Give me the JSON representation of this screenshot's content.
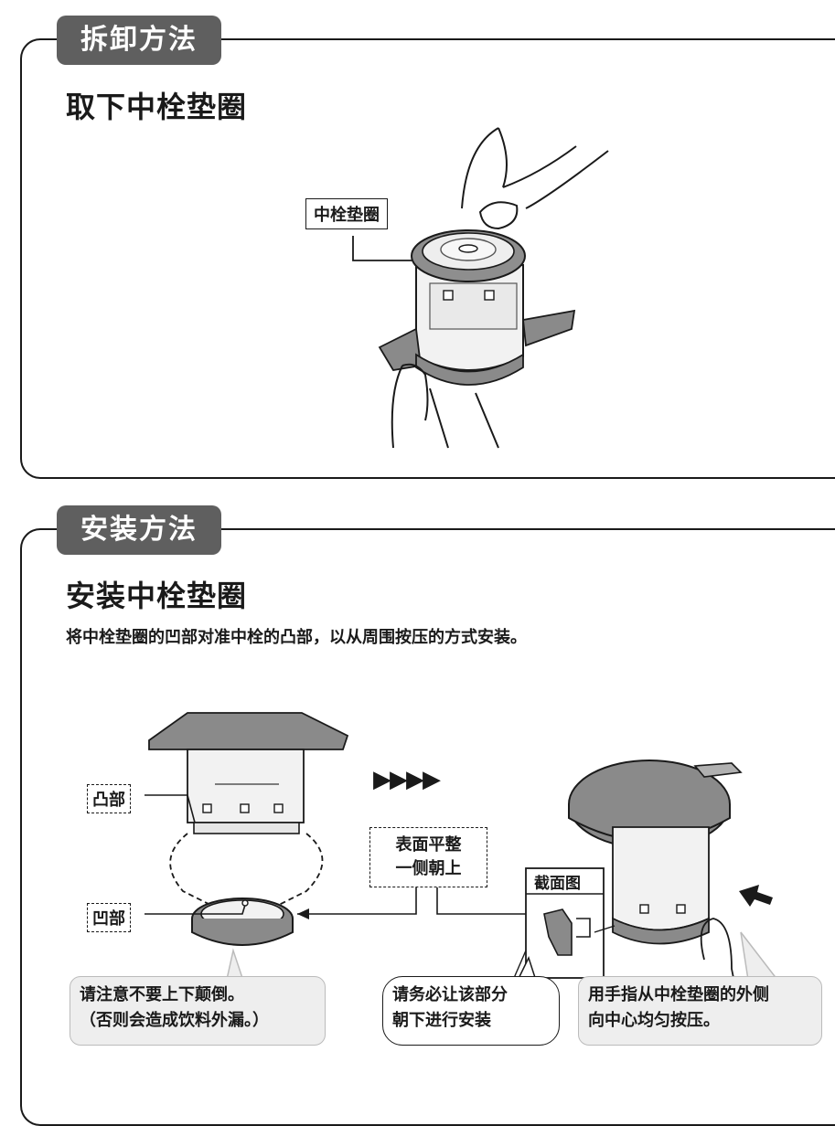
{
  "removal": {
    "tab_label": "拆卸方法",
    "heading": "取下中栓垫圈",
    "callout": "中栓垫圈"
  },
  "install": {
    "tab_label": "安装方法",
    "heading": "安装中栓垫圈",
    "description": "将中栓垫圈的凹部对准中栓的凸部，以从周围按压的方式安装。",
    "label_convex": "凸部",
    "label_concave": "凹部",
    "arrows": "▶▶▶▶",
    "flat_side_line1": "表面平整",
    "flat_side_line2": "一侧朝上",
    "cross_section": "截面图",
    "note_left_line1": "请注意不要上下颠倒。",
    "note_left_line2": "（否则会造成饮料外漏。）",
    "note_mid_line1": "请务必让该部分",
    "note_mid_line2": "朝下进行安装",
    "note_right_line1": "用手指从中栓垫圈的外侧",
    "note_right_line2": "向中心均匀按压。"
  }
}
